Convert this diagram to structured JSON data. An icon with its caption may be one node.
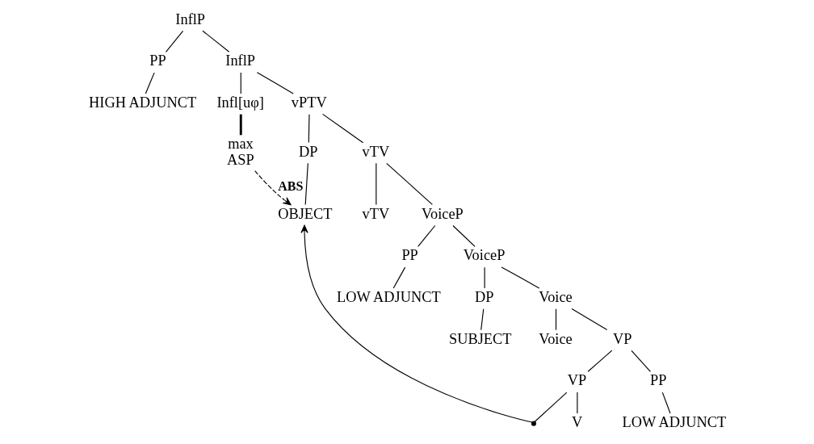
{
  "diagram": {
    "nodes": [
      {
        "text": [
          "InflP"
        ]
      },
      {
        "text": [
          "PP"
        ]
      },
      {
        "text": [
          "InflP"
        ]
      },
      {
        "text": [
          "HIGH ADJUNCT"
        ]
      },
      {
        "text": [
          "Infl[uφ]"
        ]
      },
      {
        "text": [
          "vPTV"
        ]
      },
      {
        "text": [
          "max",
          "ASP"
        ]
      },
      {
        "text": [
          "DP"
        ]
      },
      {
        "text": [
          "vTV"
        ]
      },
      {
        "text": [
          "OBJECT"
        ]
      },
      {
        "text": [
          "vTV"
        ]
      },
      {
        "text": [
          "VoiceP"
        ]
      },
      {
        "text": [
          "PP"
        ]
      },
      {
        "text": [
          "VoiceP"
        ]
      },
      {
        "text": [
          "LOW ADJUNCT"
        ]
      },
      {
        "text": [
          "DP"
        ]
      },
      {
        "text": [
          "Voice"
        ]
      },
      {
        "text": [
          "SUBJECT"
        ]
      },
      {
        "text": [
          "Voice"
        ]
      },
      {
        "text": [
          "VP"
        ]
      },
      {
        "text": [
          "VP"
        ]
      },
      {
        "text": [
          "PP"
        ]
      },
      {
        "text": [
          "V"
        ]
      },
      {
        "text": [],
        "shape": "point"
      },
      {
        "text": [
          "LOW ADJUNCT"
        ]
      }
    ],
    "edges": [
      {
        "from": 0,
        "to": 1,
        "arrow": "none"
      },
      {
        "from": 0,
        "to": 2,
        "arrow": "none"
      },
      {
        "from": 1,
        "to": 3,
        "arrow": "none"
      },
      {
        "from": 2,
        "to": 4,
        "arrow": "none"
      },
      {
        "from": 2,
        "to": 5,
        "arrow": "none"
      },
      {
        "from": 4,
        "to": 6,
        "arrow": "none",
        "style": "thick"
      },
      {
        "from": 5,
        "to": 7,
        "arrow": "none"
      },
      {
        "from": 5,
        "to": 8,
        "arrow": "none"
      },
      {
        "from": 7,
        "to": 9,
        "arrow": "none"
      },
      {
        "from": 8,
        "to": 10,
        "arrow": "none"
      },
      {
        "from": 8,
        "to": 11,
        "arrow": "none"
      },
      {
        "from": 11,
        "to": 12,
        "arrow": "none"
      },
      {
        "from": 11,
        "to": 13,
        "arrow": "none"
      },
      {
        "from": 12,
        "to": 14,
        "arrow": "none"
      },
      {
        "from": 13,
        "to": 15,
        "arrow": "none"
      },
      {
        "from": 13,
        "to": 16,
        "arrow": "none"
      },
      {
        "from": 15,
        "to": 17,
        "arrow": "none"
      },
      {
        "from": 16,
        "to": 18,
        "arrow": "none"
      },
      {
        "from": 16,
        "to": 19,
        "arrow": "none"
      },
      {
        "from": 19,
        "to": 20,
        "arrow": "none"
      },
      {
        "from": 19,
        "to": 21,
        "arrow": "none"
      },
      {
        "from": 20,
        "to": 22,
        "arrow": "none"
      },
      {
        "from": 20,
        "to": 23,
        "arrow": "none"
      },
      {
        "from": 21,
        "to": 24,
        "arrow": "none"
      },
      {
        "from": 6,
        "to": 9,
        "arrow": "to",
        "style": "dashed",
        "label": "ABS"
      },
      {
        "from": 23,
        "to": 9,
        "arrow": "to"
      }
    ]
  }
}
